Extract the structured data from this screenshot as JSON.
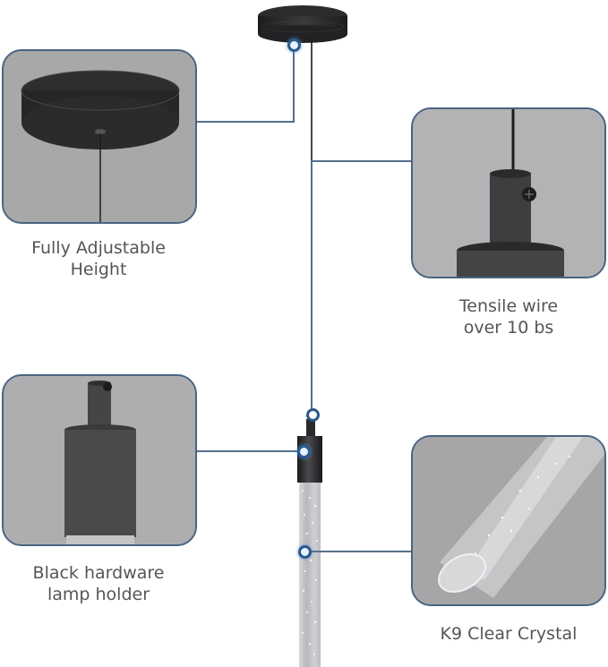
{
  "features": [
    {
      "id": "canopy",
      "label_line1": "Fully Adjustable",
      "label_line2": "Height"
    },
    {
      "id": "wire",
      "label_line1": "Tensile wire",
      "label_line2": "over 10 bs"
    },
    {
      "id": "holder",
      "label_line1": "Black hardware",
      "label_line2": "lamp holder"
    },
    {
      "id": "crystal",
      "label_line1": "K9 Clear Crystal",
      "label_line2": ""
    }
  ],
  "colors": {
    "panel_border": "#4a6382",
    "panel_bg": "#a9a9aa",
    "leader_line": "#566f8c",
    "callout_dot": "#2b5a8a",
    "caption_text": "#555555",
    "hardware_black": "#2a2a2c"
  }
}
